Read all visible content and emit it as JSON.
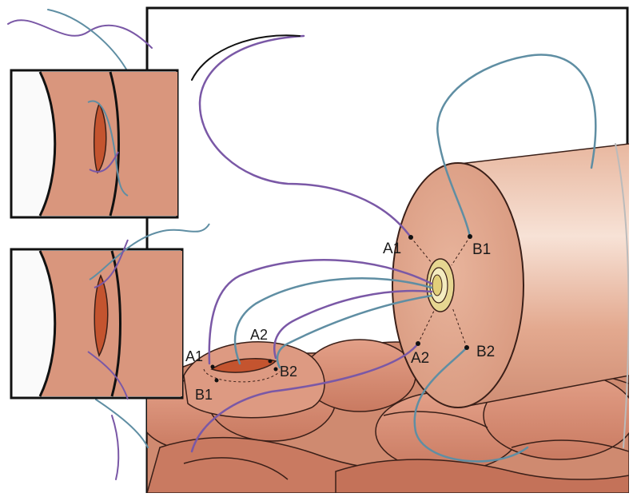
{
  "labels": {
    "cyl_a1": "A1",
    "cyl_b1": "B1",
    "cyl_a2": "A2",
    "cyl_b2": "B2",
    "bowel_a1": "A1",
    "bowel_a2": "A2",
    "bowel_b1": "B1",
    "bowel_b2": "B2"
  },
  "colors": {
    "tissue": "#d9967d",
    "tissue_dark": "#b4654d",
    "tissue_light": "#edc3ae",
    "incision": "#c4542f",
    "suture_purple": "#7a58a6",
    "suture_blue": "#5f8ea3",
    "outline": "#111111",
    "stent": "#d8c878"
  }
}
